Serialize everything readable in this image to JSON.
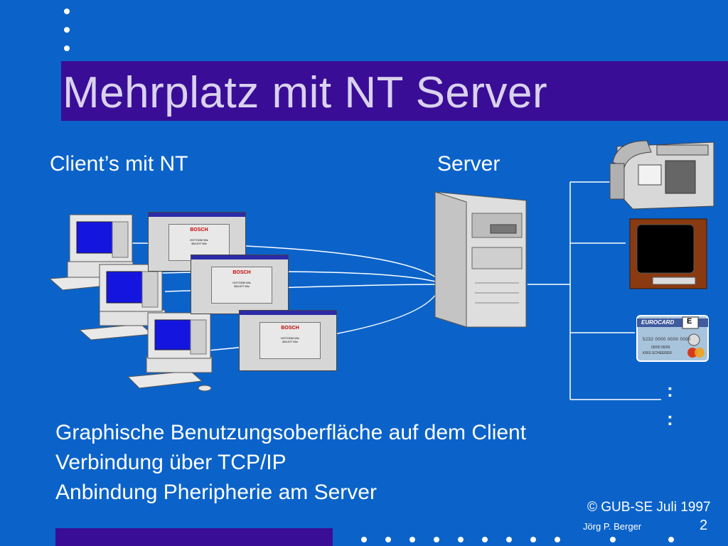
{
  "slide": {
    "title": "Mehrplatz mit NT Server",
    "clients_label": "Client’s mit NT",
    "server_label": "Server",
    "bullets": [
      "Graphische Benutzungsoberfläche auf dem Client",
      "Verbindung über TCP/IP",
      "Anbindung Pheripherie am Server"
    ],
    "copyright": "© GUB-SE Juli 1997",
    "author": "Jörg P. Berger",
    "page_number": "2",
    "continuation_marker": ":"
  },
  "screens": {
    "brand": "BOSCH",
    "line1": "HOTODM Wiz",
    "line2": "384JOT Wiz"
  },
  "card": {
    "brand": "EUROCARD",
    "number": "5232 0000 0000 0000",
    "dates": "00/00  00/00",
    "holder": "KRIS SCHEERER",
    "logo_letter": "E"
  },
  "colors": {
    "background": "#0b63c9",
    "title_band": "#3a0d96",
    "title_text": "#d9d2ee",
    "text": "#ffffff"
  }
}
